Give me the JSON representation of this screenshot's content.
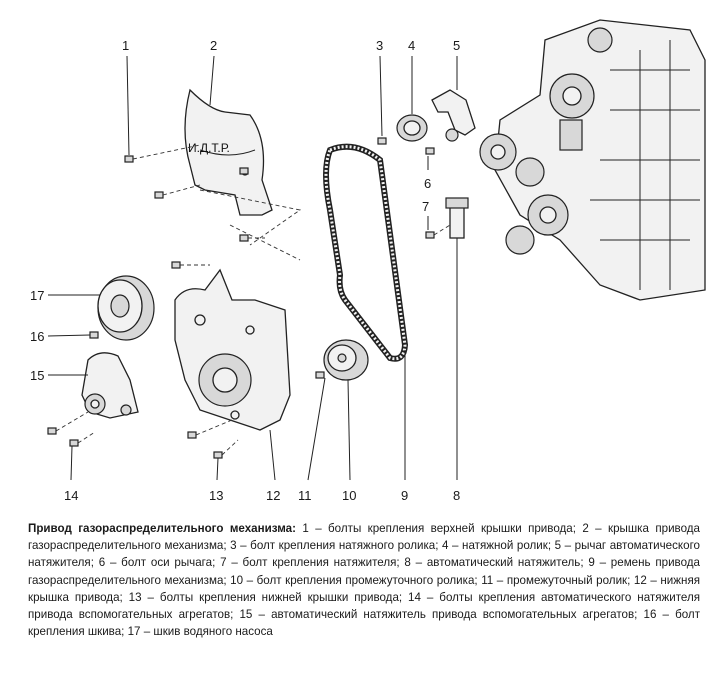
{
  "watermark": "И.Д.Т.Р.",
  "callouts": [
    "1",
    "2",
    "3",
    "4",
    "5",
    "6",
    "7",
    "8",
    "9",
    "10",
    "11",
    "12",
    "13",
    "14",
    "15",
    "16",
    "17"
  ],
  "caption": {
    "title": "Привод газораспределительного механизма:",
    "text": " 1 – болты крепления верхней крышки привода; 2 – крышка привода газораспределительного механизма; 3 – болт крепления натяжного ролика; 4 – натяжной ролик; 5 – рычаг автоматического натяжителя; 6 – болт оси рычага; 7 – болт крепления натяжителя; 8 – автоматический натяжитель; 9 – ремень привода газораспределительного механизма; 10 – болт крепления промежуточного ролика; 11 – промежуточный ролик; 12 – нижняя крышка привода; 13 – болты крепления нижней крышки привода; 14 – болты крепления автоматического натяжителя привода вспомогательных агрегатов; 15 – автоматический натяжитель привода вспомогательных агрегатов; 16 – болт крепления шкива; 17 – шкив водяного насоса"
  }
}
